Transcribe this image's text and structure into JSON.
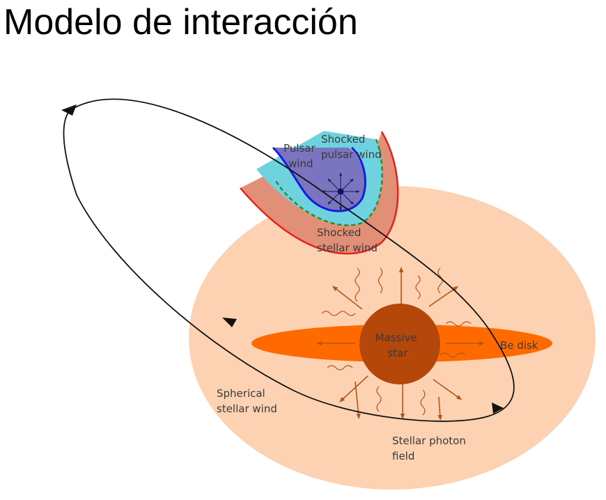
{
  "title": "Modelo de interacción",
  "labels": {
    "pulsar_wind_line1": "Pulsar",
    "pulsar_wind_line2": "wind",
    "shocked_pulsar_wind_line1": "Shocked",
    "shocked_pulsar_wind_line2": "pulsar wind",
    "shocked_stellar_wind_line1": "Shocked",
    "shocked_stellar_wind_line2": "stellar wind",
    "massive_star_line1": "Massive",
    "massive_star_line2": "star",
    "be_disk": "Be disk",
    "spherical_wind_line1": "Spherical",
    "spherical_wind_line2": "stellar wind",
    "photon_field_line1": "Stellar photon",
    "photon_field_line2": "field"
  },
  "colors": {
    "stellar_wind_region": "#fcd2b2",
    "be_disk": "#ff6a00",
    "massive_star": "#b5470b",
    "shocked_stellar_wind": "#e28f77",
    "shocked_stellar_wind_edge": "#e8201a",
    "shocked_pulsar_wind": "#6ed3df",
    "contact_discontinuity": "#2e8b2e",
    "pulsar_wind": "#7b74be",
    "pulsar_wind_edge": "#1a1adf",
    "arrows": "#b5541a",
    "orbit": "#111111"
  }
}
